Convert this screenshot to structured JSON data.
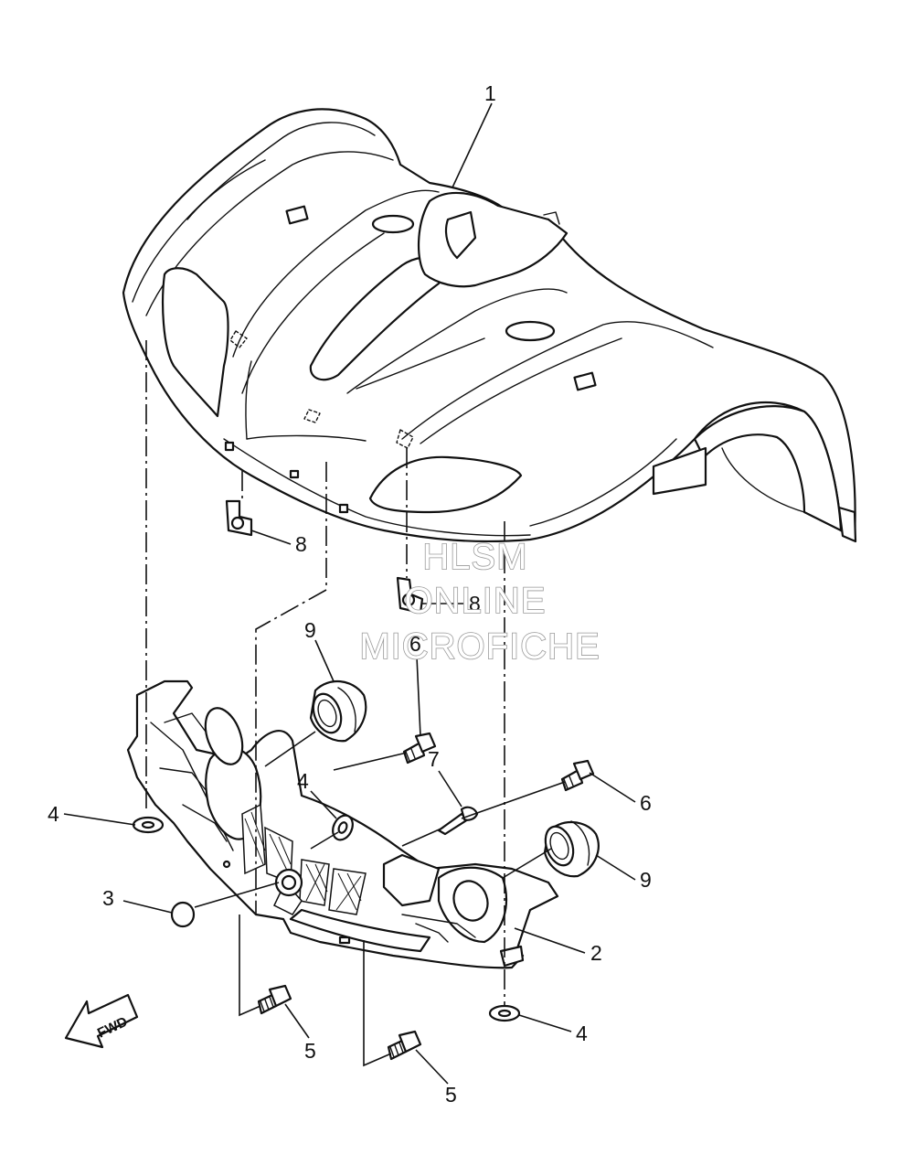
{
  "watermark": {
    "line1": "HLSM",
    "line2": "ONLINE",
    "line3": "MICROFICHE"
  },
  "direction_label": "FWD",
  "callouts": [
    {
      "id": "c1",
      "label": "1"
    },
    {
      "id": "c2",
      "label": "2"
    },
    {
      "id": "c3",
      "label": "3"
    },
    {
      "id": "c4a",
      "label": "4"
    },
    {
      "id": "c4b",
      "label": "4"
    },
    {
      "id": "c4c",
      "label": "4"
    },
    {
      "id": "c5a",
      "label": "5"
    },
    {
      "id": "c5b",
      "label": "5"
    },
    {
      "id": "c6a",
      "label": "6"
    },
    {
      "id": "c6b",
      "label": "6"
    },
    {
      "id": "c7",
      "label": "7"
    },
    {
      "id": "c8a",
      "label": "8"
    },
    {
      "id": "c8b",
      "label": "8"
    },
    {
      "id": "c9a",
      "label": "9"
    },
    {
      "id": "c9b",
      "label": "9"
    }
  ]
}
